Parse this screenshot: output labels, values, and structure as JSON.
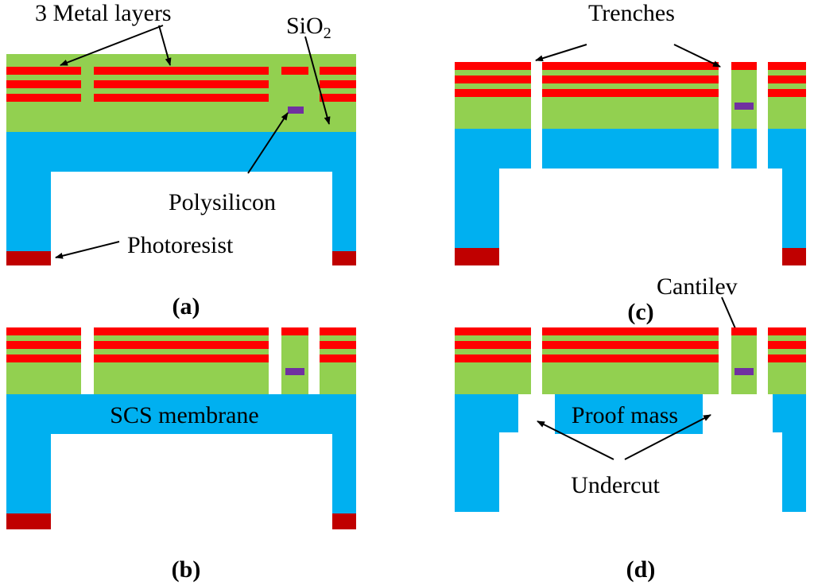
{
  "colors": {
    "sio2": "#92d050",
    "metal": "#ff0000",
    "silicon": "#00b0f0",
    "photoresist": "#c00000",
    "polysilicon": "#7030a0",
    "arrow": "#000000"
  },
  "labels": {
    "metal_layers": "3 Metal layers",
    "sio2_main": "SiO",
    "sio2_sub": "2",
    "polysilicon": "Polysilicon",
    "photoresist": "Photoresist",
    "trenches": "Trenches",
    "scs_membrane": "SCS membrane",
    "cantilever": "Cantilev",
    "proof_mass": "Proof mass",
    "undercut": "Undercut"
  },
  "panels": {
    "a": "(a)",
    "b": "(b)",
    "c": "(c)",
    "d": "(d)"
  }
}
